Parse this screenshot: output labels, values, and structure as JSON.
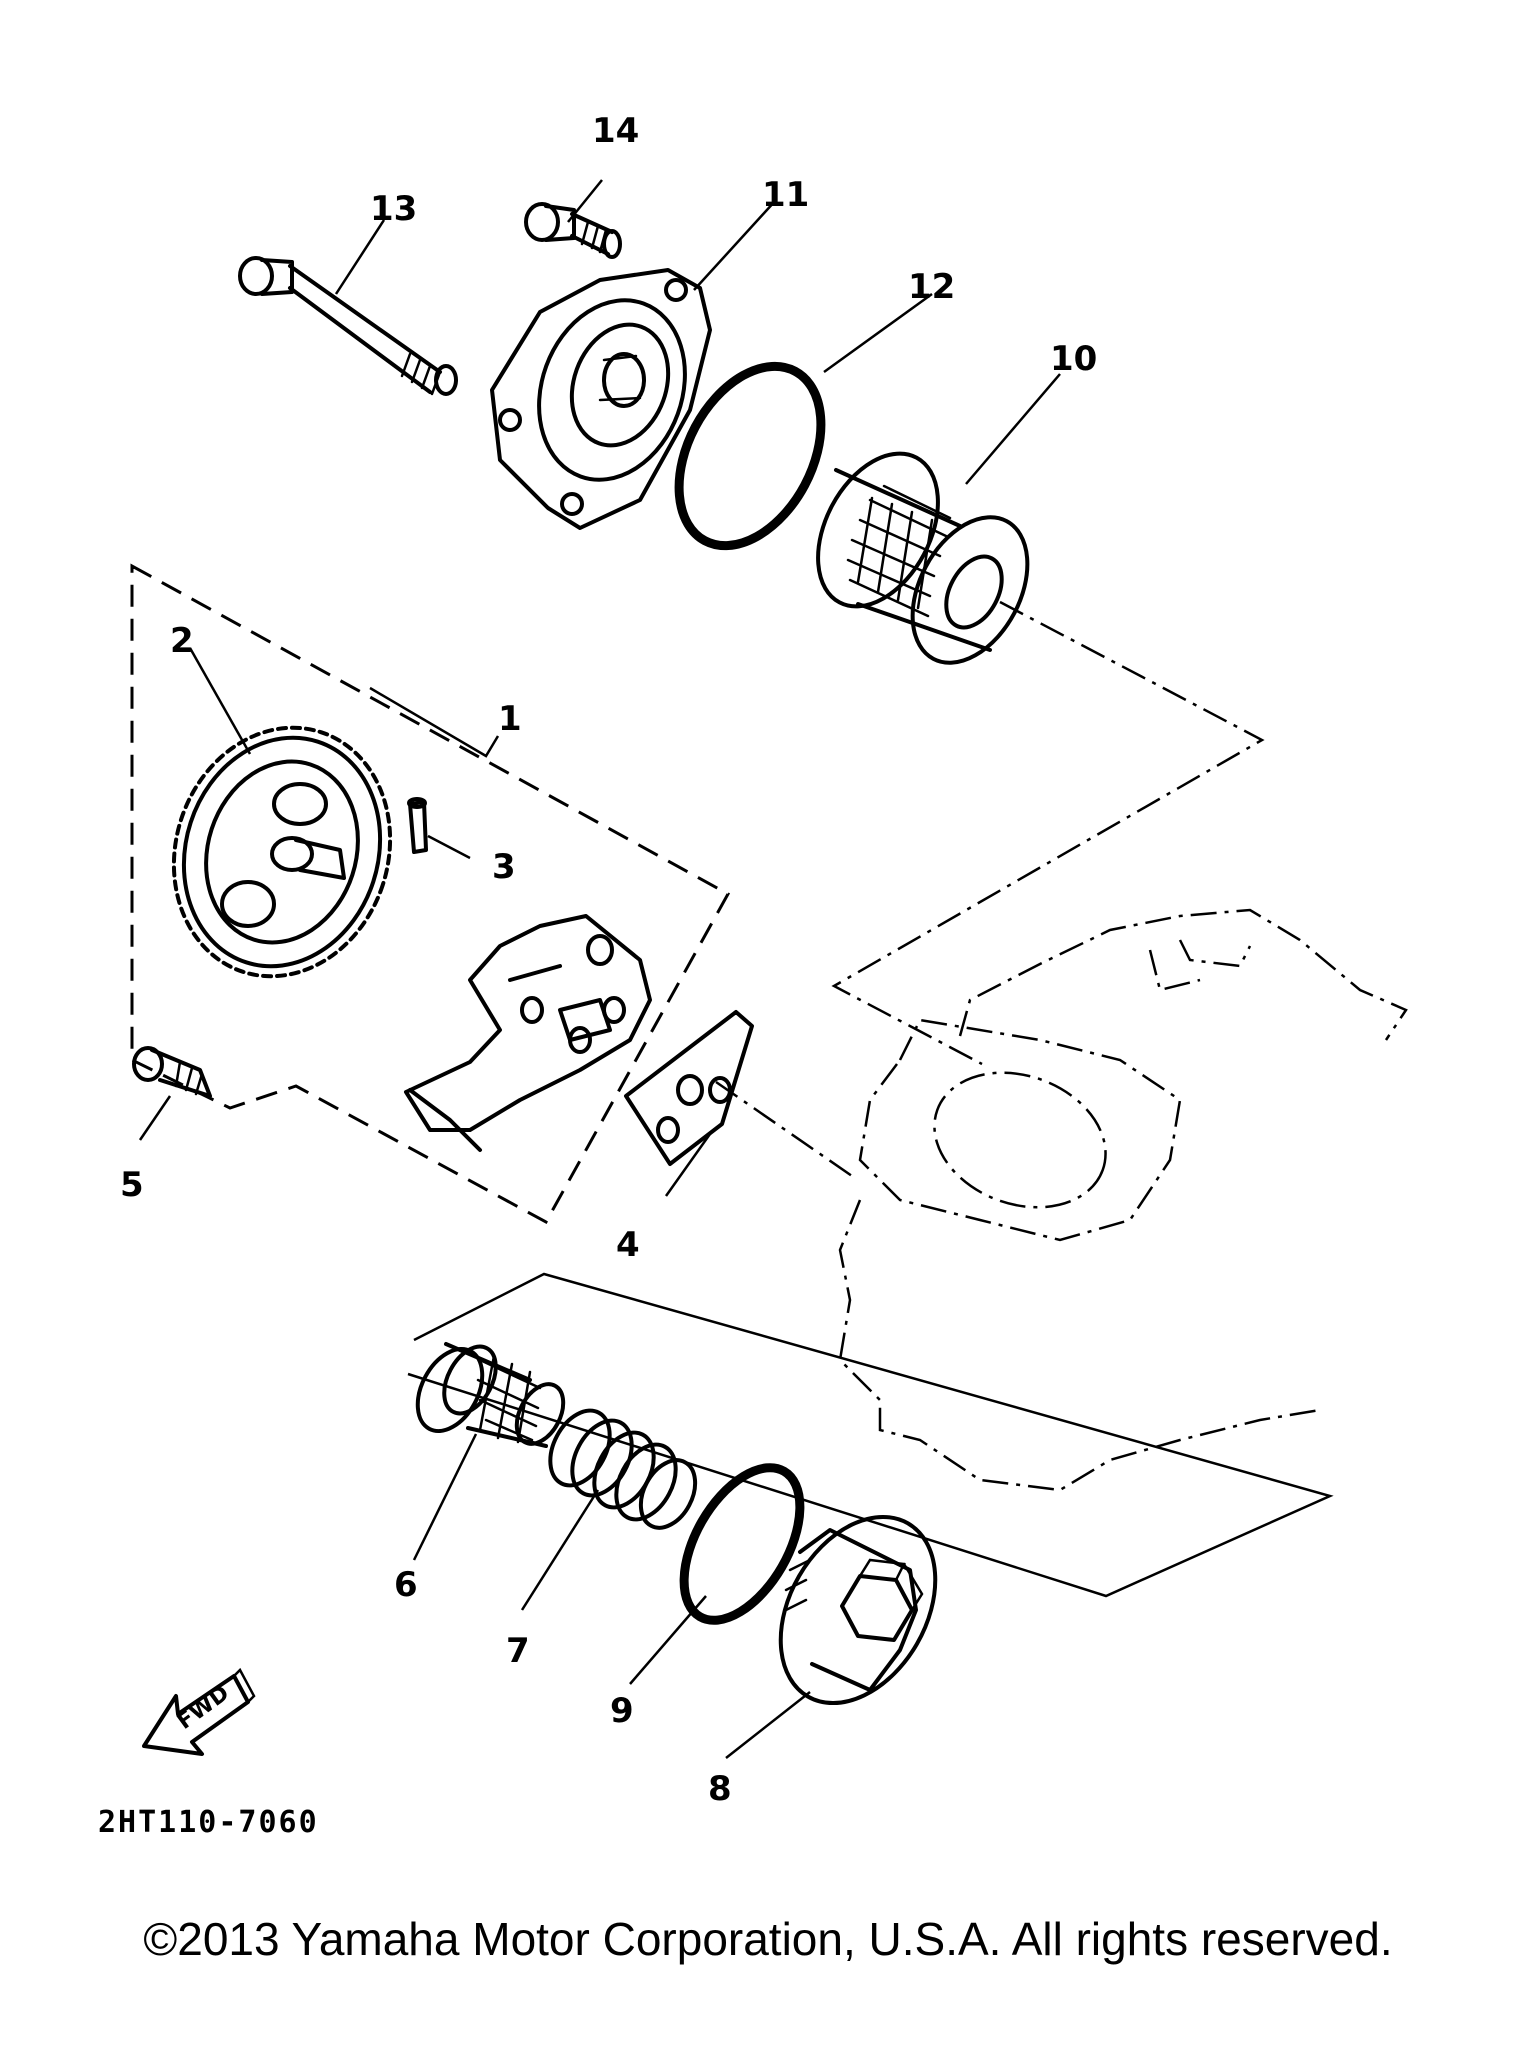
{
  "diagram": {
    "part_code": "2HT110-7060",
    "direction_label": "FWD",
    "copyright": "©2013 Yamaha Motor Corporation, U.S.A. All rights reserved.",
    "callouts": [
      {
        "id": "1",
        "label": "1"
      },
      {
        "id": "2",
        "label": "2"
      },
      {
        "id": "3",
        "label": "3"
      },
      {
        "id": "4",
        "label": "4"
      },
      {
        "id": "5",
        "label": "5"
      },
      {
        "id": "6",
        "label": "6"
      },
      {
        "id": "7",
        "label": "7"
      },
      {
        "id": "8",
        "label": "8"
      },
      {
        "id": "9",
        "label": "9"
      },
      {
        "id": "10",
        "label": "10"
      },
      {
        "id": "11",
        "label": "11"
      },
      {
        "id": "12",
        "label": "12"
      },
      {
        "id": "13",
        "label": "13"
      },
      {
        "id": "14",
        "label": "14"
      }
    ]
  }
}
